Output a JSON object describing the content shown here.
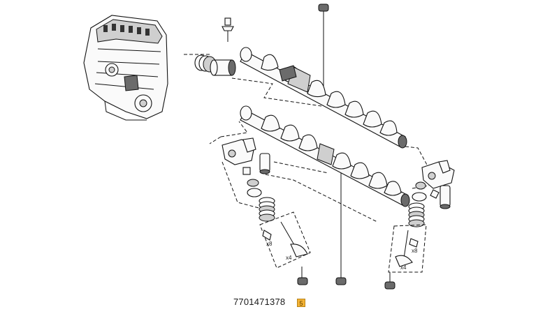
{
  "part_number": "7701471378",
  "reference_badge": "5",
  "quantity_labels": {
    "left_x8": "x8",
    "left_x4": "x4",
    "right_x8": "x8",
    "right_x4": "x4"
  },
  "icons": [
    "engine-block-icon",
    "camshaft-icon",
    "rocker-arm-icon",
    "valve-icon",
    "valve-spring-icon",
    "callout-marker-icon"
  ]
}
